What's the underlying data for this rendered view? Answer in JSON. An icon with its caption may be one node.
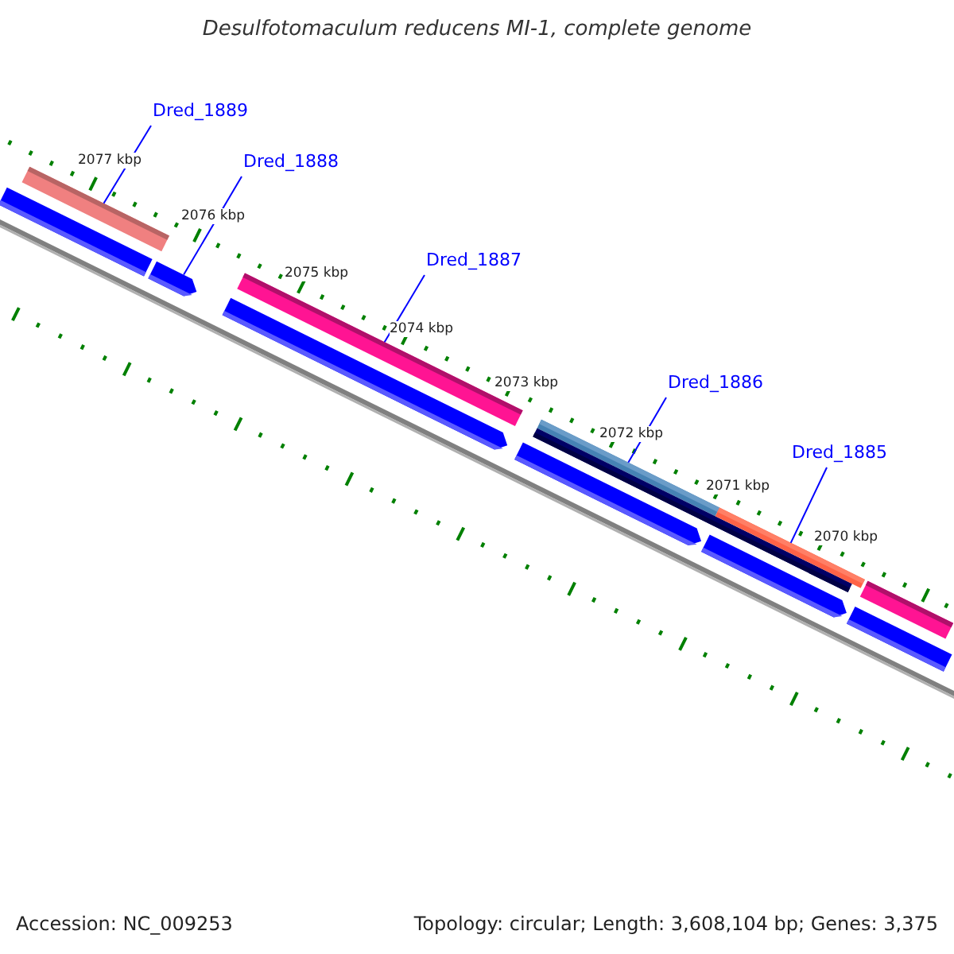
{
  "diagram": {
    "title": "Desulfotomaculum reducens MI-1, complete genome",
    "nodes": [
      {
        "text": [
          "Dred_1889"
        ]
      },
      {
        "text": [
          "Dred_1888"
        ]
      },
      {
        "text": [
          "Dred_1887"
        ]
      },
      {
        "text": [
          "Dred_1886"
        ]
      },
      {
        "text": [
          "Dred_1885"
        ]
      },
      {
        "text": [],
        "shape": "bar"
      },
      {
        "text": [],
        "shape": "bar"
      },
      {
        "text": [],
        "shape": "bar"
      },
      {
        "text": [],
        "shape": "bar"
      },
      {
        "text": [],
        "shape": "bar"
      },
      {
        "text": [],
        "shape": "bar"
      },
      {
        "text": [],
        "shape": "bar"
      },
      {
        "text": [],
        "shape": "bar"
      },
      {
        "text": [],
        "shape": "bar"
      },
      {
        "text": [],
        "shape": "bar"
      },
      {
        "text": [],
        "shape": "bar"
      },
      {
        "text": [],
        "shape": "bar"
      }
    ],
    "edges": [
      {
        "from": 0,
        "to": 5,
        "arrow": "none"
      },
      {
        "from": 1,
        "to": 7,
        "arrow": "none"
      },
      {
        "from": 2,
        "to": 8,
        "arrow": "none"
      },
      {
        "from": 3,
        "to": 10,
        "arrow": "none"
      },
      {
        "from": 4,
        "to": 13,
        "arrow": "none"
      }
    ],
    "labels": [
      "2077 kbp",
      "2076 kbp",
      "2075 kbp",
      "2074 kbp",
      "2073 kbp",
      "2072 kbp",
      "2071 kbp",
      "2070 kbp",
      "Accession: NC_009253",
      "Topology: circular; Length: 3,608,104 bp; Genes: 3,375"
    ]
  }
}
